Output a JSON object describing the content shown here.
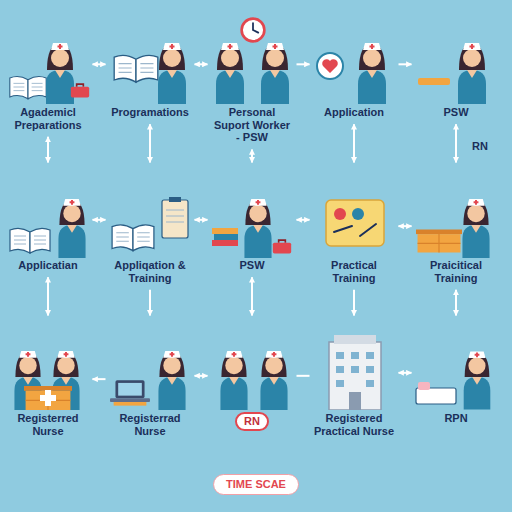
{
  "diagram": {
    "nodes": [
      {
        "text": [
          "Agademicl Preparations"
        ]
      },
      {
        "text": [
          "Programations"
        ]
      },
      {
        "text": [
          "Personal Suport Worker - PSW"
        ]
      },
      {
        "text": [
          "Application"
        ]
      },
      {
        "text": [
          "PSW"
        ]
      },
      {
        "text": [
          "Applicatian"
        ]
      },
      {
        "text": [
          "Appliqation & Training"
        ]
      },
      {
        "text": [
          "PSW"
        ]
      },
      {
        "text": [
          "Practical Training"
        ]
      },
      {
        "text": [
          "Praicitical Training"
        ]
      },
      {
        "text": [
          "Registerred Nurse"
        ]
      },
      {
        "text": [
          "Registerrad Nurse"
        ]
      },
      {
        "text": [
          "RN"
        ]
      },
      {
        "text": [
          "Registered Practical Nurse"
        ]
      },
      {
        "text": [
          "RPN"
        ]
      }
    ],
    "edges": [
      {
        "from": 0,
        "to": 1,
        "arrow": "both"
      },
      {
        "from": 1,
        "to": 2,
        "arrow": "both"
      },
      {
        "from": 2,
        "to": 3,
        "arrow": "to"
      },
      {
        "from": 3,
        "to": 4,
        "arrow": "to"
      },
      {
        "from": 0,
        "to": 5,
        "arrow": "both"
      },
      {
        "from": 1,
        "to": 6,
        "arrow": "both"
      },
      {
        "from": 2,
        "to": 7,
        "arrow": "both"
      },
      {
        "from": 3,
        "to": 8,
        "arrow": "both"
      },
      {
        "from": 4,
        "to": 9,
        "arrow": "both"
      },
      {
        "from": 5,
        "to": 6,
        "arrow": "both"
      },
      {
        "from": 6,
        "to": 7,
        "arrow": "both"
      },
      {
        "from": 7,
        "to": 8,
        "arrow": "both"
      },
      {
        "from": 8,
        "to": 9,
        "arrow": "both"
      },
      {
        "from": 5,
        "to": 10,
        "arrow": "both"
      },
      {
        "from": 6,
        "to": 11,
        "arrow": "to"
      },
      {
        "from": 7,
        "to": 12,
        "arrow": "both"
      },
      {
        "from": 8,
        "to": 13,
        "arrow": "to"
      },
      {
        "from": 9,
        "to": 14,
        "arrow": "both"
      },
      {
        "from": 11,
        "to": 10,
        "arrow": "to"
      },
      {
        "from": 11,
        "to": 12,
        "arrow": "both"
      },
      {
        "from": 12,
        "to": 13,
        "arrow": "none"
      },
      {
        "from": 13,
        "to": 14,
        "arrow": "both"
      }
    ],
    "labels": [
      "RN",
      "TIME SCAE"
    ]
  }
}
